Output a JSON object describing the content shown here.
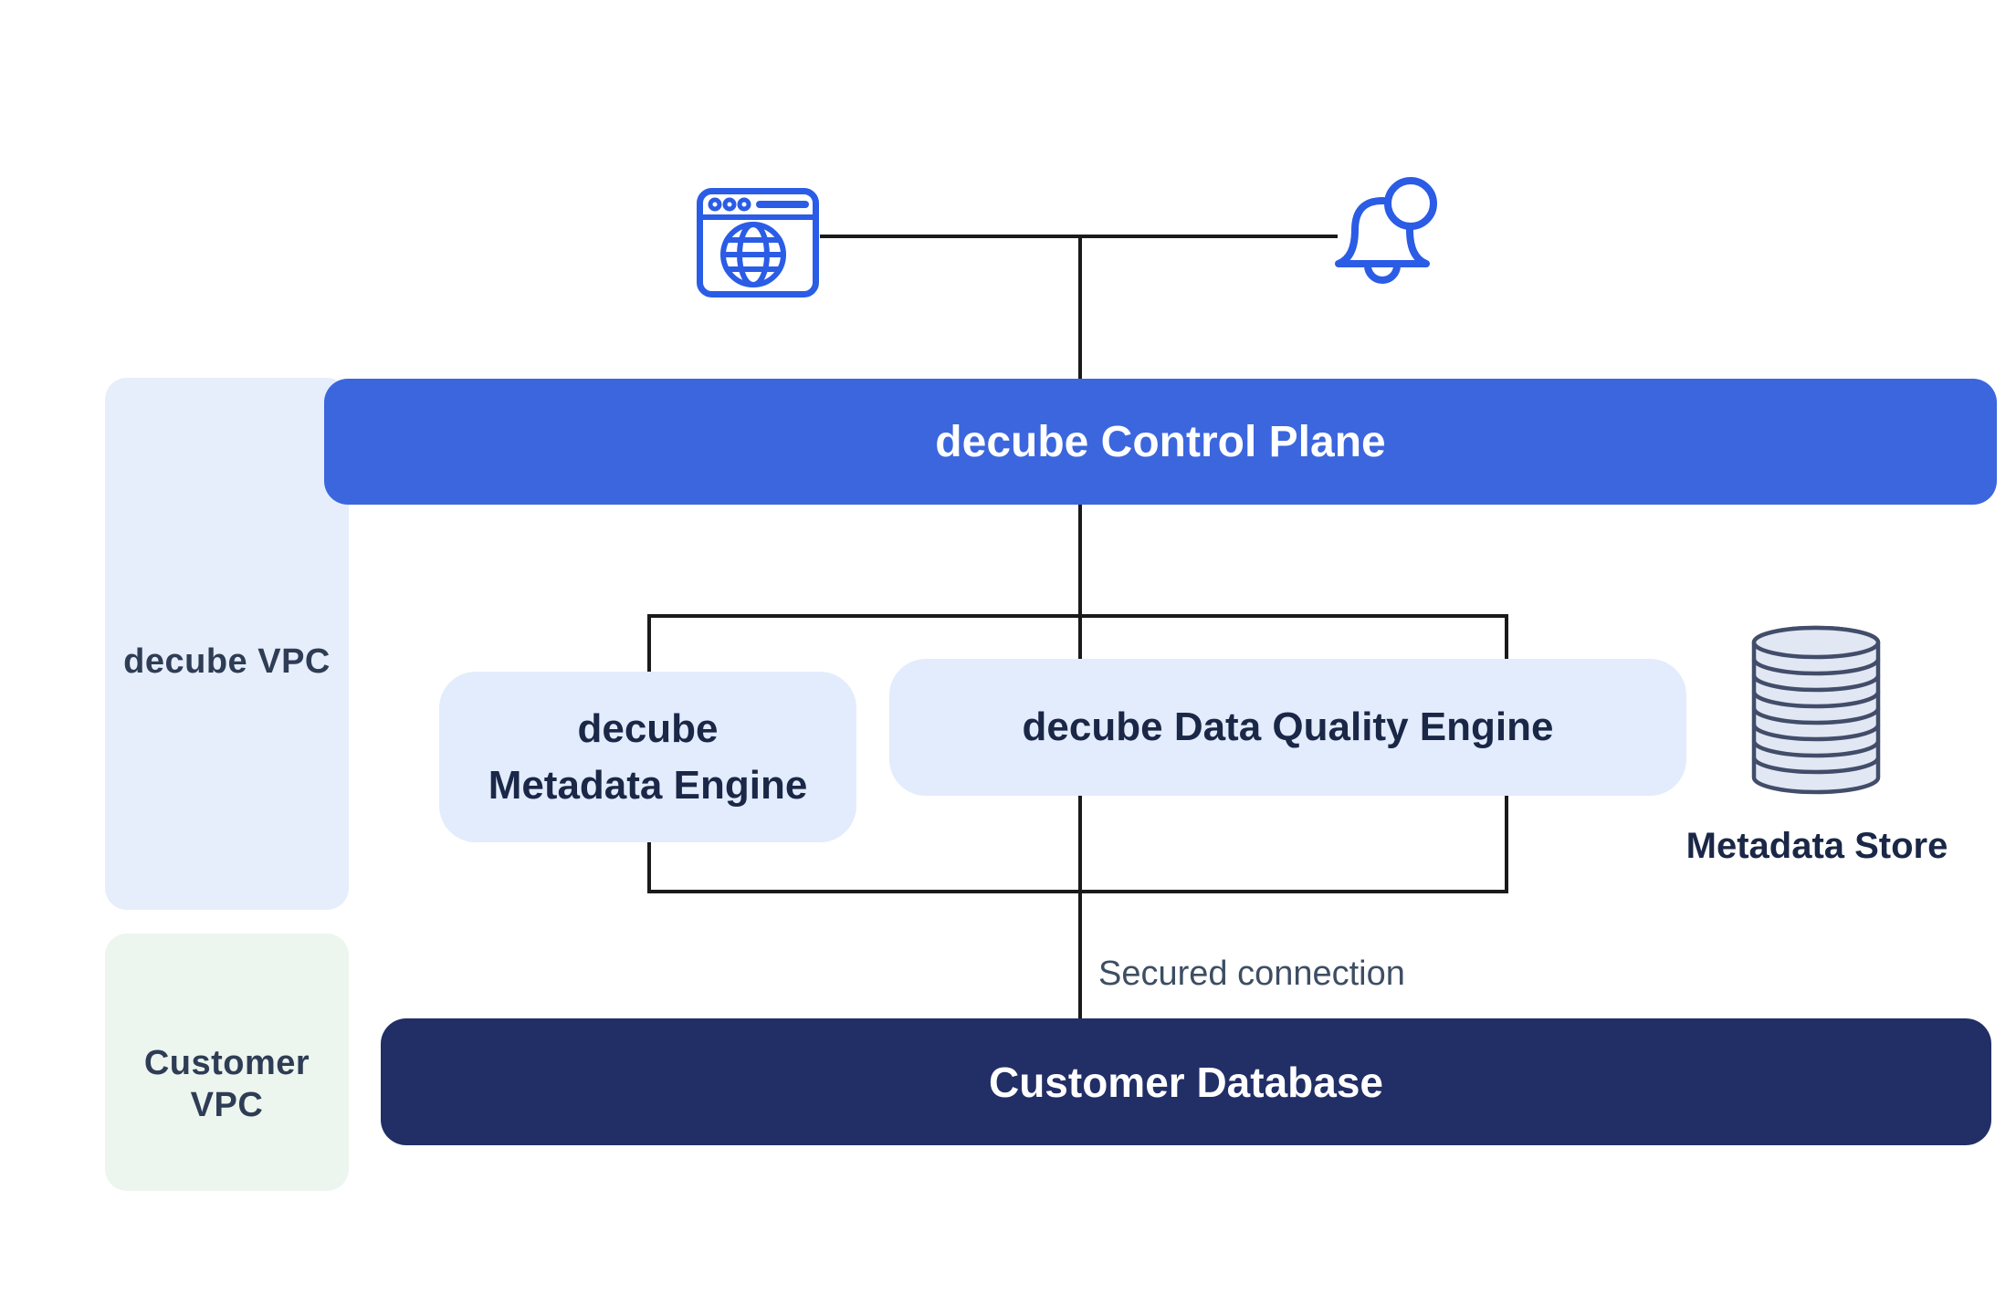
{
  "zones": {
    "decube_vpc": {
      "label": "decube VPC",
      "bg": "#e5eefa",
      "text_color": "#2e3c55"
    },
    "customer_vpc": {
      "label": "Customer VPC",
      "bg": "#ecf5ee",
      "text_color": "#2e3c55"
    }
  },
  "nodes": {
    "control_plane": {
      "label": "decube Control Plane",
      "bg": "#3b66de",
      "text_color": "#ffffff"
    },
    "metadata_engine": {
      "label_line1": "decube",
      "label_line2": "Metadata Engine",
      "bg": "#e2ecfc",
      "text_color": "#1a2747"
    },
    "data_quality_engine": {
      "label": "decube Data Quality Engine",
      "bg": "#e2ecfc",
      "text_color": "#1a2747"
    },
    "customer_database": {
      "label": "Customer Database",
      "bg": "#222e66",
      "text_color": "#ffffff"
    },
    "metadata_store": {
      "label": "Metadata Store",
      "text_color": "#1a2747"
    }
  },
  "connections": {
    "secured_connection_label": "Secured connection",
    "secured_text_color": "#3d4e63",
    "line_color": "#1a1a1a"
  },
  "icons": {
    "browser": {
      "name": "browser-window-globe-icon",
      "color": "#2b5ce6"
    },
    "bell": {
      "name": "notification-bell-icon",
      "color": "#2b5ce6"
    },
    "database": {
      "name": "database-cylinder-icon",
      "stroke": "#414d69",
      "fill": "#e2e7f4"
    }
  }
}
